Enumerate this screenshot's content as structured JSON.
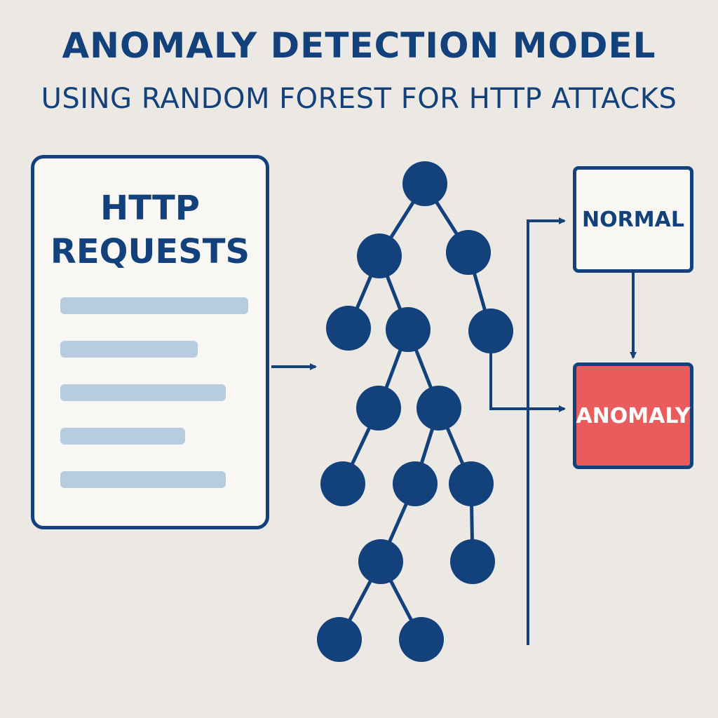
{
  "title": "ANOMALY DETECTION MODEL",
  "subtitle": "USING RANDOM FOREST FOR HTTP ATTACKS",
  "input_panel": {
    "title_line1": "HTTP",
    "title_line2": "REQUESTS",
    "line_color": "#b8cce0"
  },
  "outputs": {
    "normal_label": "NORMAL",
    "anomaly_label": "ANOMALY"
  },
  "colors": {
    "primary": "#12417b",
    "anomaly": "#ea5c5b",
    "background": "#ece9e5",
    "panel": "#f8f7f4"
  }
}
